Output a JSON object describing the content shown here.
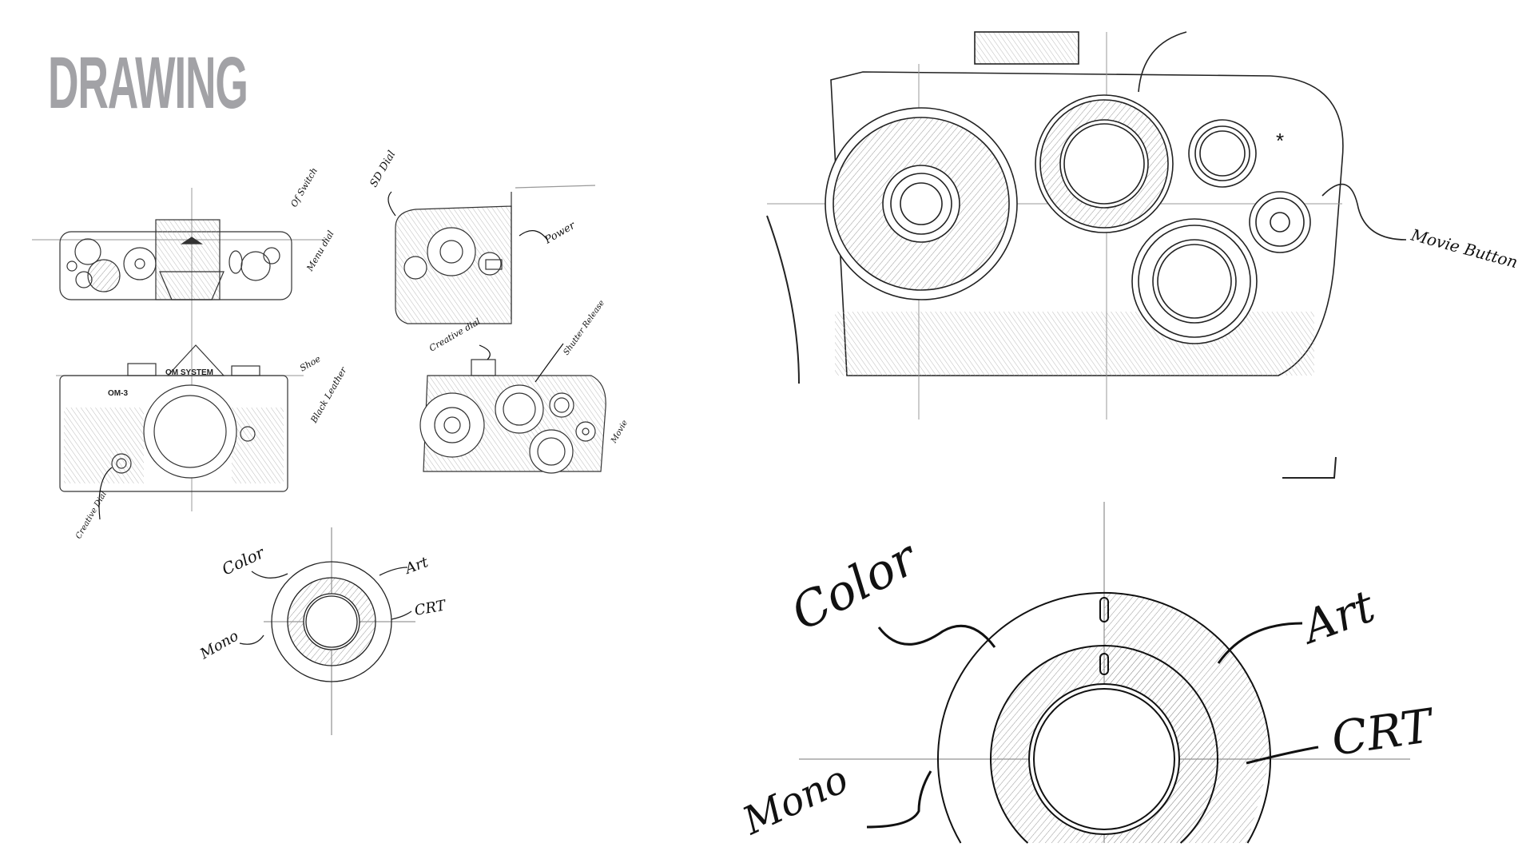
{
  "title": "DRAWING",
  "sketches": {
    "front_view": {
      "brand": "OM SYSTEM",
      "model": "OM-3",
      "labels": [
        "Shoe",
        "Black Leather",
        "Creative Dial"
      ]
    },
    "side_view": {
      "labels": [
        "SD Dial",
        "Power"
      ]
    },
    "top_view_small": {
      "labels": [
        "Creative dial",
        "Shutter Release",
        "Movie"
      ]
    },
    "top_view_large": {
      "labels": [
        "Movie Button"
      ]
    },
    "dial_small": {
      "labels": [
        "Color",
        "Art",
        "CRT",
        "Mono"
      ]
    },
    "dial_large": {
      "labels": [
        "Color",
        "Art",
        "CRT",
        "Mono"
      ]
    }
  },
  "colors": {
    "title": "#a2a2a6",
    "ink": "#111111",
    "pencil": "#888888"
  }
}
